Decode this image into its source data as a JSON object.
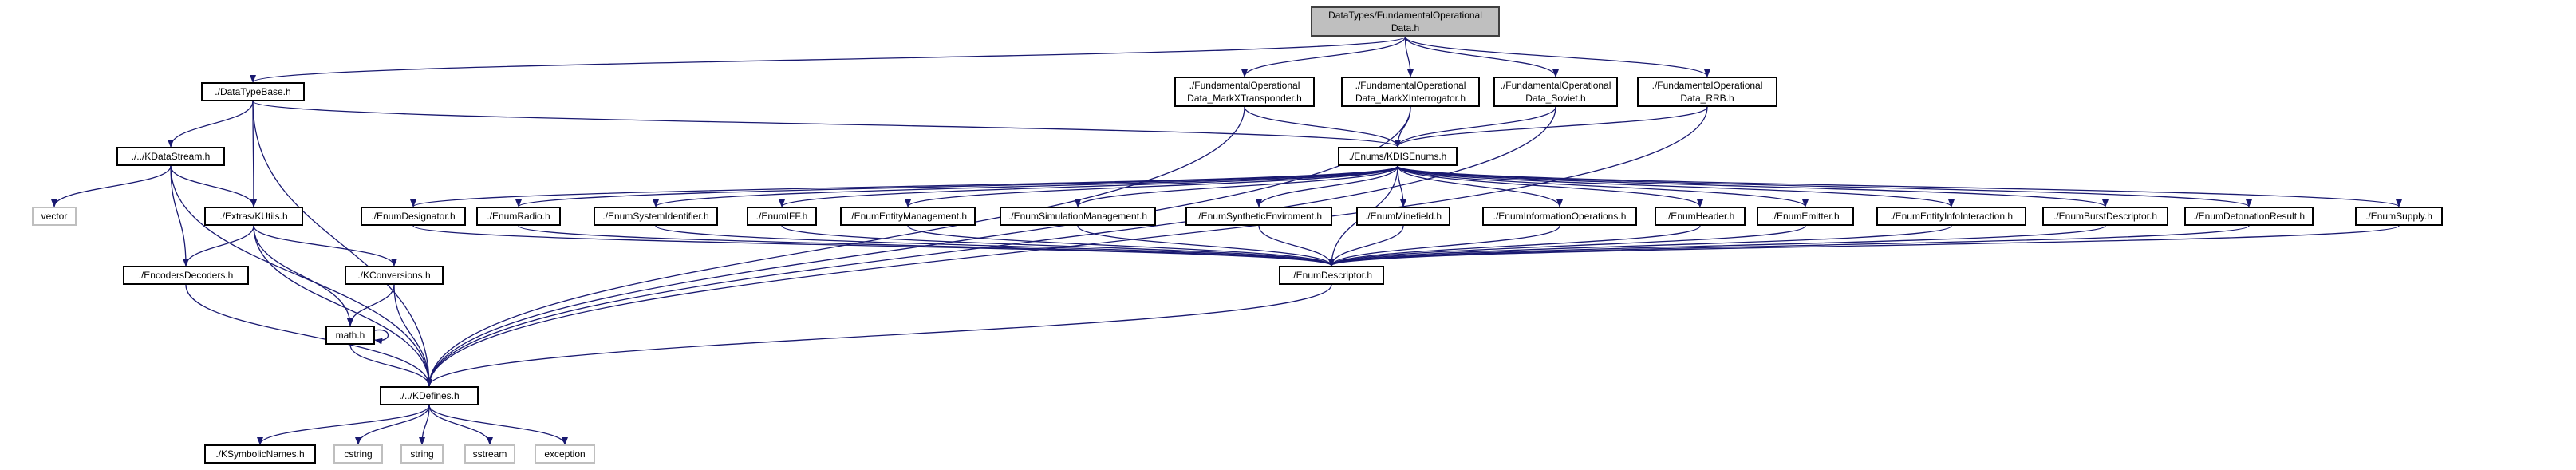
{
  "colors": {
    "edge": "#191970",
    "box_border": "#000000",
    "root_fill": "#bfbfbf",
    "ext_border": "#bfbfbf"
  },
  "nodes": [
    {
      "id": "root",
      "label": "DataTypes/FundamentalOperational\nData.h",
      "kind": "root"
    },
    {
      "id": "dtb",
      "label": "./DataTypeBase.h",
      "kind": "file"
    },
    {
      "id": "mxt",
      "label": "./FundamentalOperational\nData_MarkXTransponder.h",
      "kind": "file"
    },
    {
      "id": "mxi",
      "label": "./FundamentalOperational\nData_MarkXInterrogator.h",
      "kind": "file"
    },
    {
      "id": "sov",
      "label": "./FundamentalOperational\nData_Soviet.h",
      "kind": "file"
    },
    {
      "id": "rrb",
      "label": "./FundamentalOperational\nData_RRB.h",
      "kind": "file"
    },
    {
      "id": "kds",
      "label": "./../KDataStream.h",
      "kind": "file"
    },
    {
      "id": "kdis",
      "label": "./Enums/KDISEnums.h",
      "kind": "file"
    },
    {
      "id": "vector",
      "label": "vector",
      "kind": "ext"
    },
    {
      "id": "kutils",
      "label": "./Extras/KUtils.h",
      "kind": "file"
    },
    {
      "id": "edes",
      "label": "./EnumDesignator.h",
      "kind": "file"
    },
    {
      "id": "erad",
      "label": "./EnumRadio.h",
      "kind": "file"
    },
    {
      "id": "esid",
      "label": "./EnumSystemIdentifier.h",
      "kind": "file"
    },
    {
      "id": "eiff",
      "label": "./EnumIFF.h",
      "kind": "file"
    },
    {
      "id": "eem",
      "label": "./EnumEntityManagement.h",
      "kind": "file"
    },
    {
      "id": "esm",
      "label": "./EnumSimulationManagement.h",
      "kind": "file"
    },
    {
      "id": "ese",
      "label": "./EnumSyntheticEnviroment.h",
      "kind": "file"
    },
    {
      "id": "emf",
      "label": "./EnumMinefield.h",
      "kind": "file"
    },
    {
      "id": "eio",
      "label": "./EnumInformationOperations.h",
      "kind": "file"
    },
    {
      "id": "ehd",
      "label": "./EnumHeader.h",
      "kind": "file"
    },
    {
      "id": "eem2",
      "label": "./EnumEmitter.h",
      "kind": "file"
    },
    {
      "id": "eei",
      "label": "./EnumEntityInfoInteraction.h",
      "kind": "file"
    },
    {
      "id": "ebd",
      "label": "./EnumBurstDescriptor.h",
      "kind": "file"
    },
    {
      "id": "edr",
      "label": "./EnumDetonationResult.h",
      "kind": "file"
    },
    {
      "id": "esup",
      "label": "./EnumSupply.h",
      "kind": "file"
    },
    {
      "id": "encdec",
      "label": "./EncodersDecoders.h",
      "kind": "file"
    },
    {
      "id": "kconv",
      "label": "./KConversions.h",
      "kind": "file"
    },
    {
      "id": "edesc",
      "label": "./EnumDescriptor.h",
      "kind": "file"
    },
    {
      "id": "math",
      "label": "math.h",
      "kind": "file"
    },
    {
      "id": "kdef",
      "label": "./../KDefines.h",
      "kind": "file"
    },
    {
      "id": "ksym",
      "label": "./KSymbolicNames.h",
      "kind": "file"
    },
    {
      "id": "cstring",
      "label": "cstring",
      "kind": "ext"
    },
    {
      "id": "string",
      "label": "string",
      "kind": "ext"
    },
    {
      "id": "sstream",
      "label": "sstream",
      "kind": "ext"
    },
    {
      "id": "exception",
      "label": "exception",
      "kind": "ext"
    }
  ],
  "edges": [
    [
      "root",
      "dtb"
    ],
    [
      "root",
      "mxt"
    ],
    [
      "root",
      "mxi"
    ],
    [
      "root",
      "sov"
    ],
    [
      "root",
      "rrb"
    ],
    [
      "dtb",
      "kds"
    ],
    [
      "dtb",
      "kdis"
    ],
    [
      "dtb",
      "kutils"
    ],
    [
      "dtb",
      "kdef"
    ],
    [
      "mxt",
      "kdis"
    ],
    [
      "mxt",
      "kdef"
    ],
    [
      "mxi",
      "kdis"
    ],
    [
      "mxi",
      "kdef"
    ],
    [
      "sov",
      "kdis"
    ],
    [
      "sov",
      "kdef"
    ],
    [
      "rrb",
      "kdis"
    ],
    [
      "rrb",
      "kdef"
    ],
    [
      "kds",
      "vector"
    ],
    [
      "kds",
      "kutils"
    ],
    [
      "kds",
      "encdec"
    ],
    [
      "kds",
      "kdef"
    ],
    [
      "kutils",
      "encdec"
    ],
    [
      "kutils",
      "kconv"
    ],
    [
      "kutils",
      "math"
    ],
    [
      "kutils",
      "kdef"
    ],
    [
      "encdec",
      "kdef"
    ],
    [
      "kconv",
      "math"
    ],
    [
      "kconv",
      "kdef"
    ],
    [
      "math",
      "math"
    ],
    [
      "math",
      "kdef"
    ],
    [
      "kdis",
      "edes"
    ],
    [
      "kdis",
      "erad"
    ],
    [
      "kdis",
      "esid"
    ],
    [
      "kdis",
      "eiff"
    ],
    [
      "kdis",
      "eem"
    ],
    [
      "kdis",
      "esm"
    ],
    [
      "kdis",
      "ese"
    ],
    [
      "kdis",
      "emf"
    ],
    [
      "kdis",
      "eio"
    ],
    [
      "kdis",
      "ehd"
    ],
    [
      "kdis",
      "eem2"
    ],
    [
      "kdis",
      "eei"
    ],
    [
      "kdis",
      "ebd"
    ],
    [
      "kdis",
      "edr"
    ],
    [
      "kdis",
      "esup"
    ],
    [
      "kdis",
      "edesc"
    ],
    [
      "edes",
      "edesc"
    ],
    [
      "erad",
      "edesc"
    ],
    [
      "esid",
      "edesc"
    ],
    [
      "eiff",
      "edesc"
    ],
    [
      "eem",
      "edesc"
    ],
    [
      "esm",
      "edesc"
    ],
    [
      "ese",
      "edesc"
    ],
    [
      "emf",
      "edesc"
    ],
    [
      "eio",
      "edesc"
    ],
    [
      "ehd",
      "edesc"
    ],
    [
      "eem2",
      "edesc"
    ],
    [
      "eei",
      "edesc"
    ],
    [
      "ebd",
      "edesc"
    ],
    [
      "edr",
      "edesc"
    ],
    [
      "esup",
      "edesc"
    ],
    [
      "edesc",
      "kdef"
    ],
    [
      "kdef",
      "ksym"
    ],
    [
      "kdef",
      "cstring"
    ],
    [
      "kdef",
      "string"
    ],
    [
      "kdef",
      "sstream"
    ],
    [
      "kdef",
      "exception"
    ]
  ]
}
